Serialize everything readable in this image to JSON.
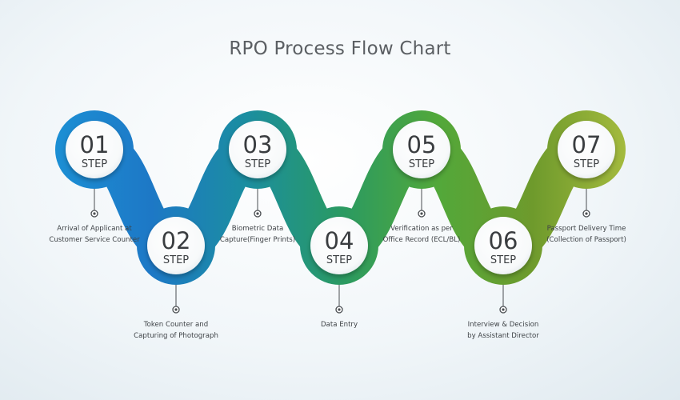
{
  "title": "RPO Process Flow Chart",
  "steps": [
    {
      "number": "01",
      "word": "STEP",
      "label": "Arrival of Applicant at\nCustomer Service Counter",
      "color": "#1c8fd4"
    },
    {
      "number": "02",
      "word": "STEP",
      "label": "Token Counter and\nCapturing of Photograph",
      "color": "#1d78c6"
    },
    {
      "number": "03",
      "word": "STEP",
      "label": "Biometric Data\nCapture(Finger Prints)",
      "color": "#1b8ea0"
    },
    {
      "number": "04",
      "word": "STEP",
      "label": "Data Entry",
      "color": "#2a9a62"
    },
    {
      "number": "05",
      "word": "STEP",
      "label": "Verification as per\nOffice Record (ECL/BL)",
      "color": "#52a83a"
    },
    {
      "number": "06",
      "word": "STEP",
      "label": "Interview & Decision\nby Assistant Director",
      "color": "#6e9a2c"
    },
    {
      "number": "07",
      "word": "STEP",
      "label": "Passport Delivery Time\n(Collection of Passport)",
      "color": "#a5bb3e"
    }
  ]
}
